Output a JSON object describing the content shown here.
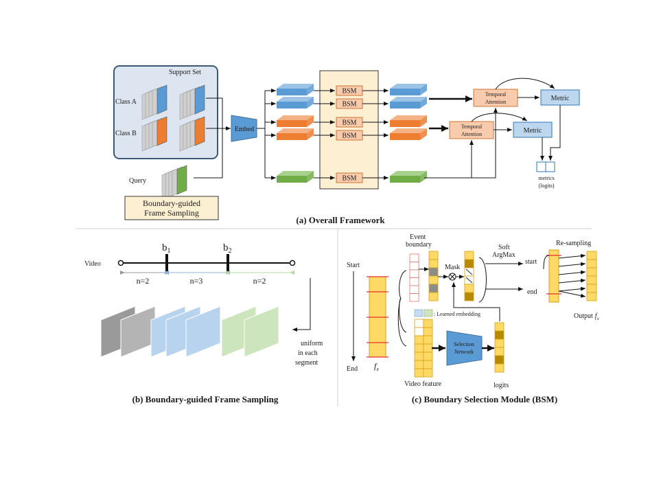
{
  "colors": {
    "blue": "#5b9bd5",
    "blue_top": "#9dc3e6",
    "orange": "#ed7d31",
    "orange_top": "#f4b183",
    "green": "#70ad47",
    "green_top": "#a9d18e",
    "support_bg": "#dde6f0",
    "support_border": "#3b5878",
    "bsm_panel": "#fdf0d2",
    "attention": "#f8cbad",
    "metric": "#bdd7ee",
    "yellow": "#ffd966",
    "red_line": "#e03030",
    "network": "#5b9bd5"
  },
  "panel_a": {
    "support_set_label": "Support Set",
    "class_a_label": "Class A",
    "class_b_label": "Class B",
    "query_label": "Query",
    "sampling_box": [
      "Boundary-guided",
      "Frame Sampling"
    ],
    "embed_label": "Embed",
    "bsm_labels": [
      "BSM",
      "BSM",
      "BSM",
      "BSM",
      "BSM"
    ],
    "temporal_attention_1": [
      "Temporal",
      "Attention"
    ],
    "temporal_attention_2": [
      "Temporal",
      "Attention"
    ],
    "metric_1": "Metric",
    "metric_2": "Metric",
    "metrics_label": [
      "metrics",
      "(logits)"
    ],
    "caption": "(a) Overall Framework"
  },
  "panel_b": {
    "video_label": "Video",
    "b1_label": "b",
    "b1_sub": "1",
    "b2_label": "b",
    "b2_sub": "2",
    "segment_labels": [
      "n=2",
      "n=3",
      "n=2"
    ],
    "note": [
      "uniform",
      "in each",
      "segment"
    ],
    "caption": "(b) Boundary-guided Frame Sampling"
  },
  "panel_c": {
    "start_label": "Start",
    "end_label": "End",
    "fx_label": "f",
    "fx_sub": "x",
    "event_boundary": [
      "Event",
      "boundary"
    ],
    "mask_label": "Mask",
    "soft_argmax": [
      "Soft",
      "ArgMax"
    ],
    "out_start": "start",
    "out_end": "end",
    "resampling_label": "Re-sampling",
    "output_label": "Output",
    "learned_embedding": ": Learned embedding",
    "selection_network": [
      "Selection",
      "Network"
    ],
    "video_feature_label": "Video feature",
    "logits_label": "logits",
    "caption": "(c) Boundary Selection Module (BSM)"
  }
}
